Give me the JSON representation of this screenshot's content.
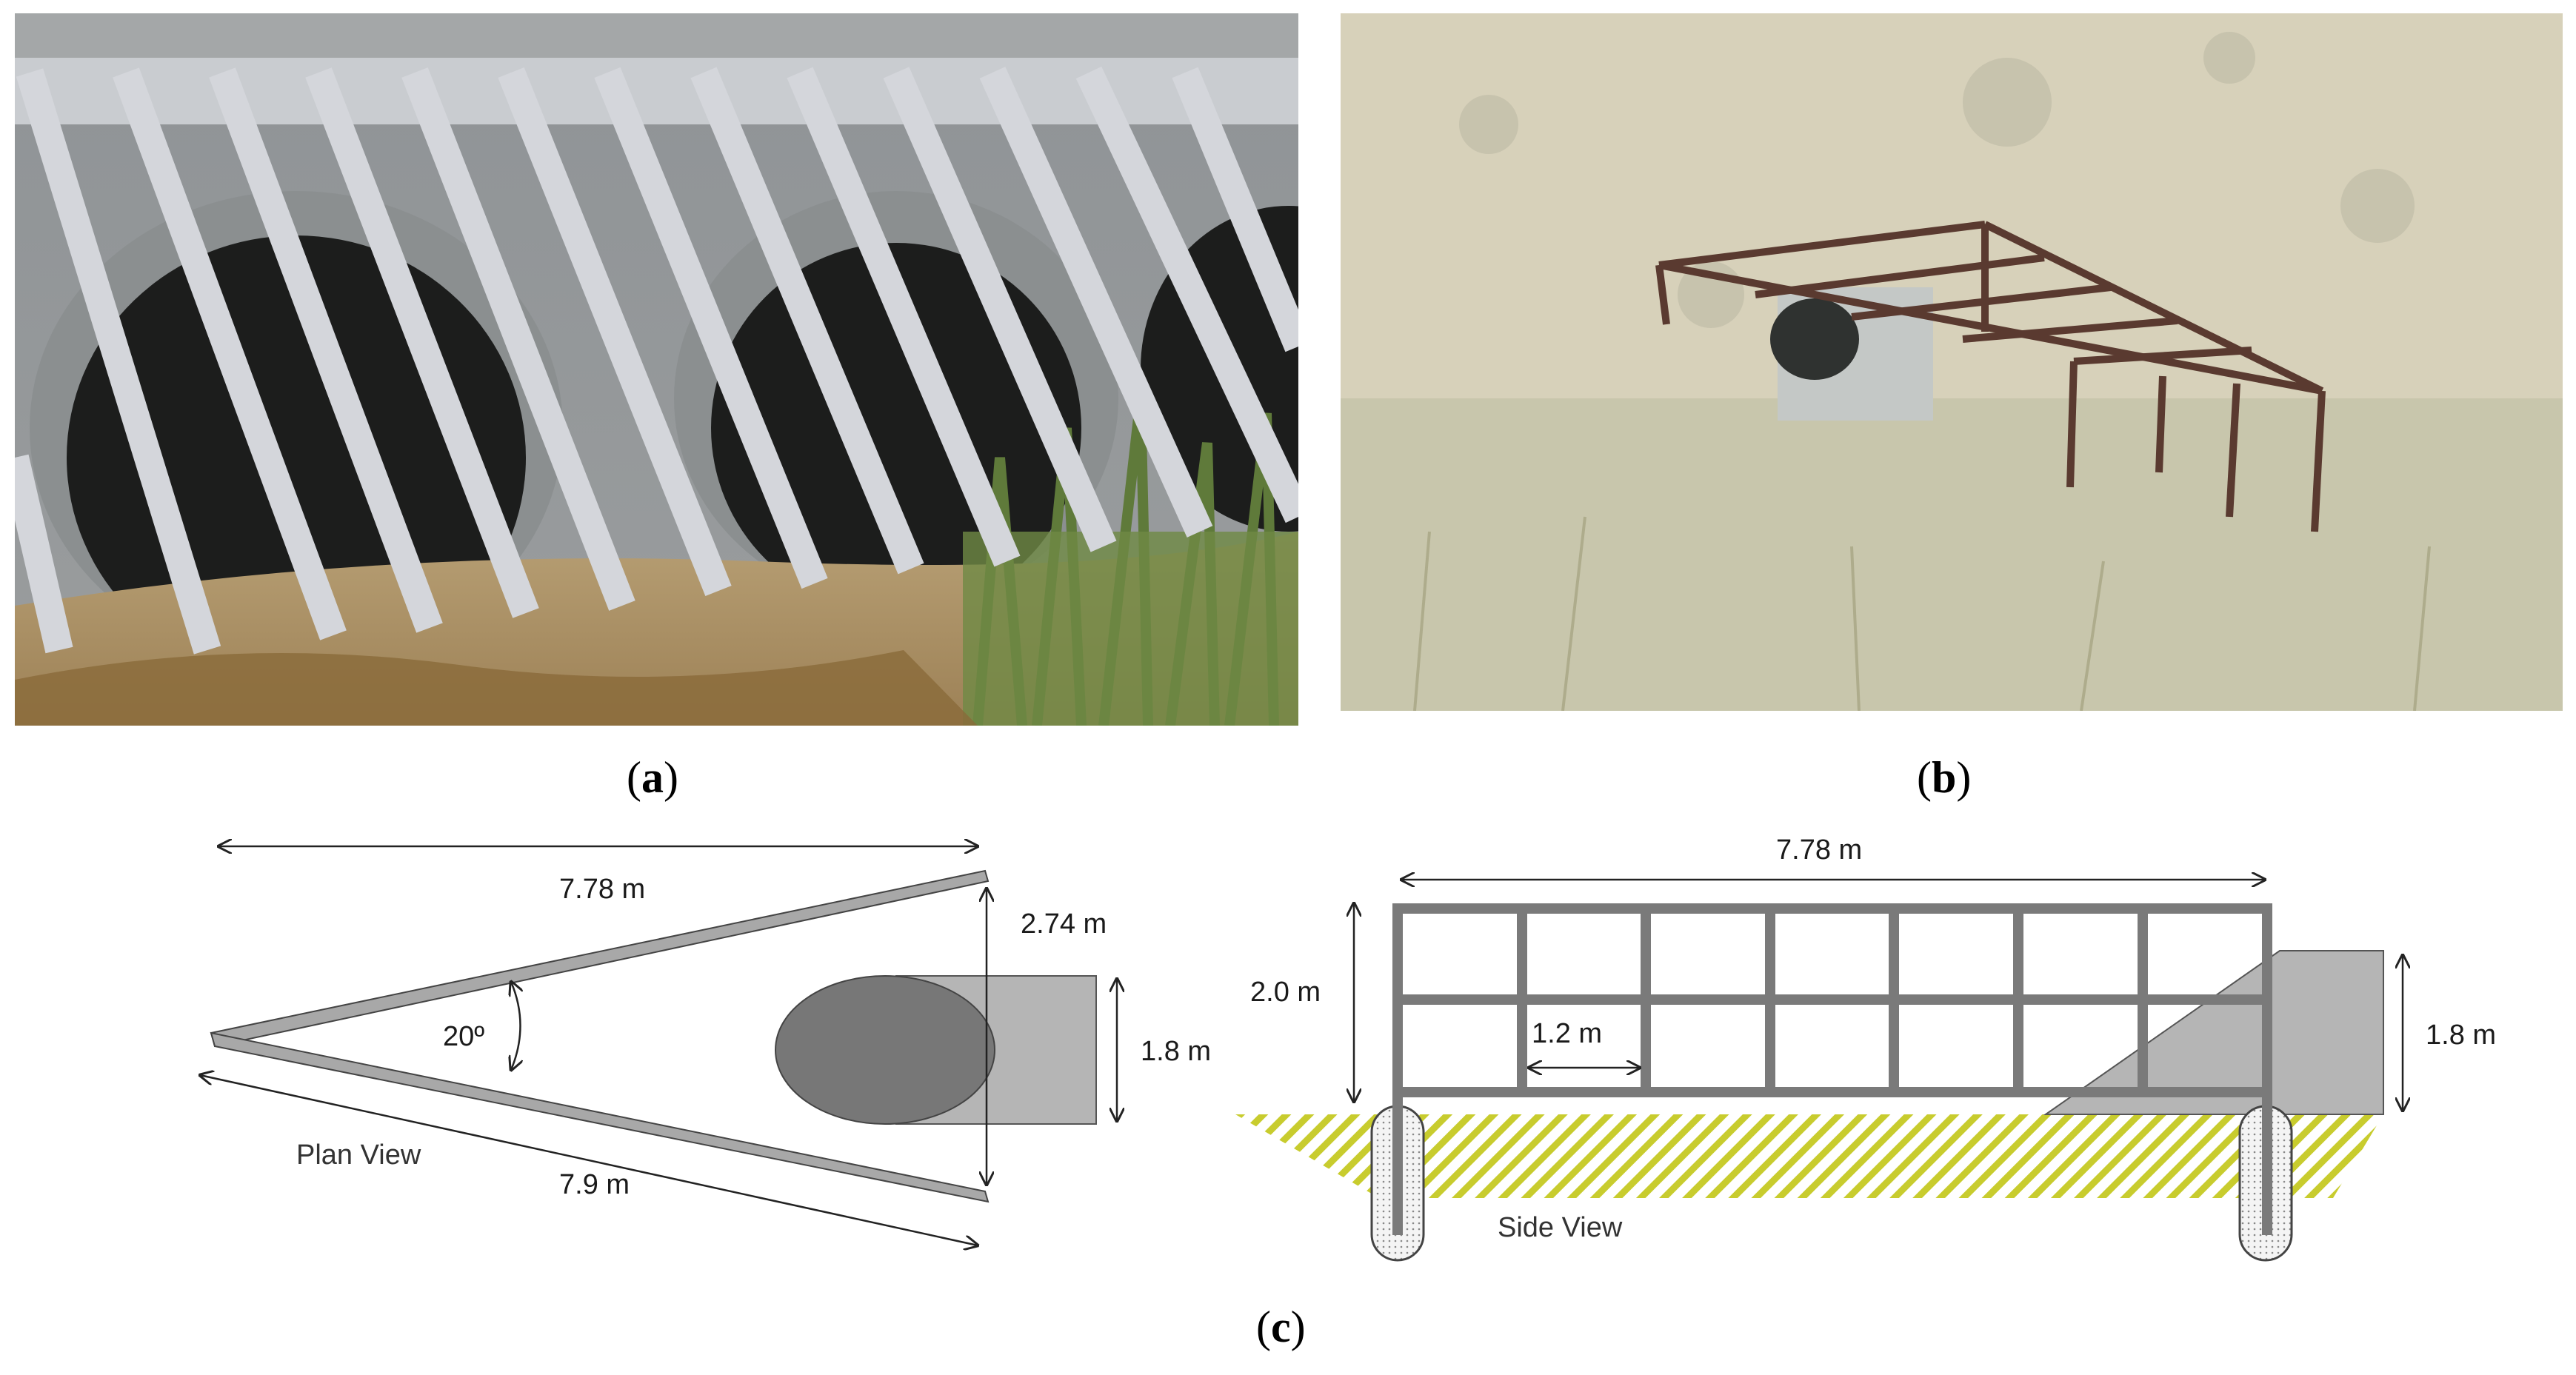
{
  "captions": {
    "a": "a",
    "b": "b",
    "c": "c"
  },
  "plan_view": {
    "label": "Plan View",
    "top_length": "7.78 m",
    "bottom_length": "7.9 m",
    "opening_width": "2.74 m",
    "culvert_height": "1.8 m",
    "angle": "20º"
  },
  "side_view": {
    "label": "Side View",
    "length": "7.78 m",
    "height": "2.0 m",
    "grid_spacing": "1.2 m",
    "culvert_height": "1.8 m"
  },
  "colors": {
    "frame": "#7a7a7a",
    "ground_hatch": "#c8cc2e",
    "culvert_dark": "#777777",
    "culvert_light": "#b5b5b5"
  }
}
